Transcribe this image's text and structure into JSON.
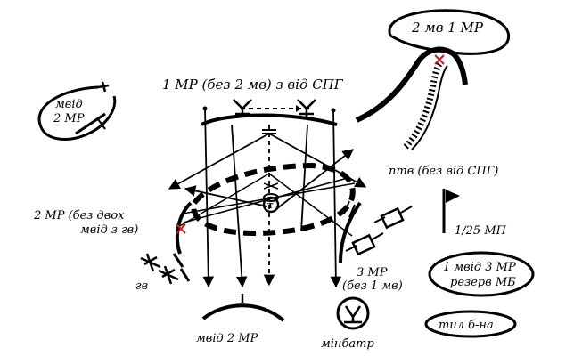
{
  "labels": {
    "top_right_ellipse": "2 мв 1 МР",
    "left_ellipse_l1": "мвід",
    "left_ellipse_l2": "2 МР",
    "top_title": "1 МР (без 2 мв) з від СПГ",
    "ptv": "птв (без від СПГ)",
    "left_mr_l1": "2 МР (без двох",
    "left_mr_l2": "мвід з гв)",
    "flag_label": "1/25 МП",
    "gv": "гв",
    "mr3_l1": "3 МР",
    "mr3_l2": "(без 1 мв)",
    "reserve_l1": "1 мвід 3 МР",
    "reserve_l2": "резерв МБ",
    "bottom_left": "мвід 2 МР",
    "minbatr": "мінбатр",
    "tyl": "тил б-на",
    "center_symbol": "т"
  }
}
